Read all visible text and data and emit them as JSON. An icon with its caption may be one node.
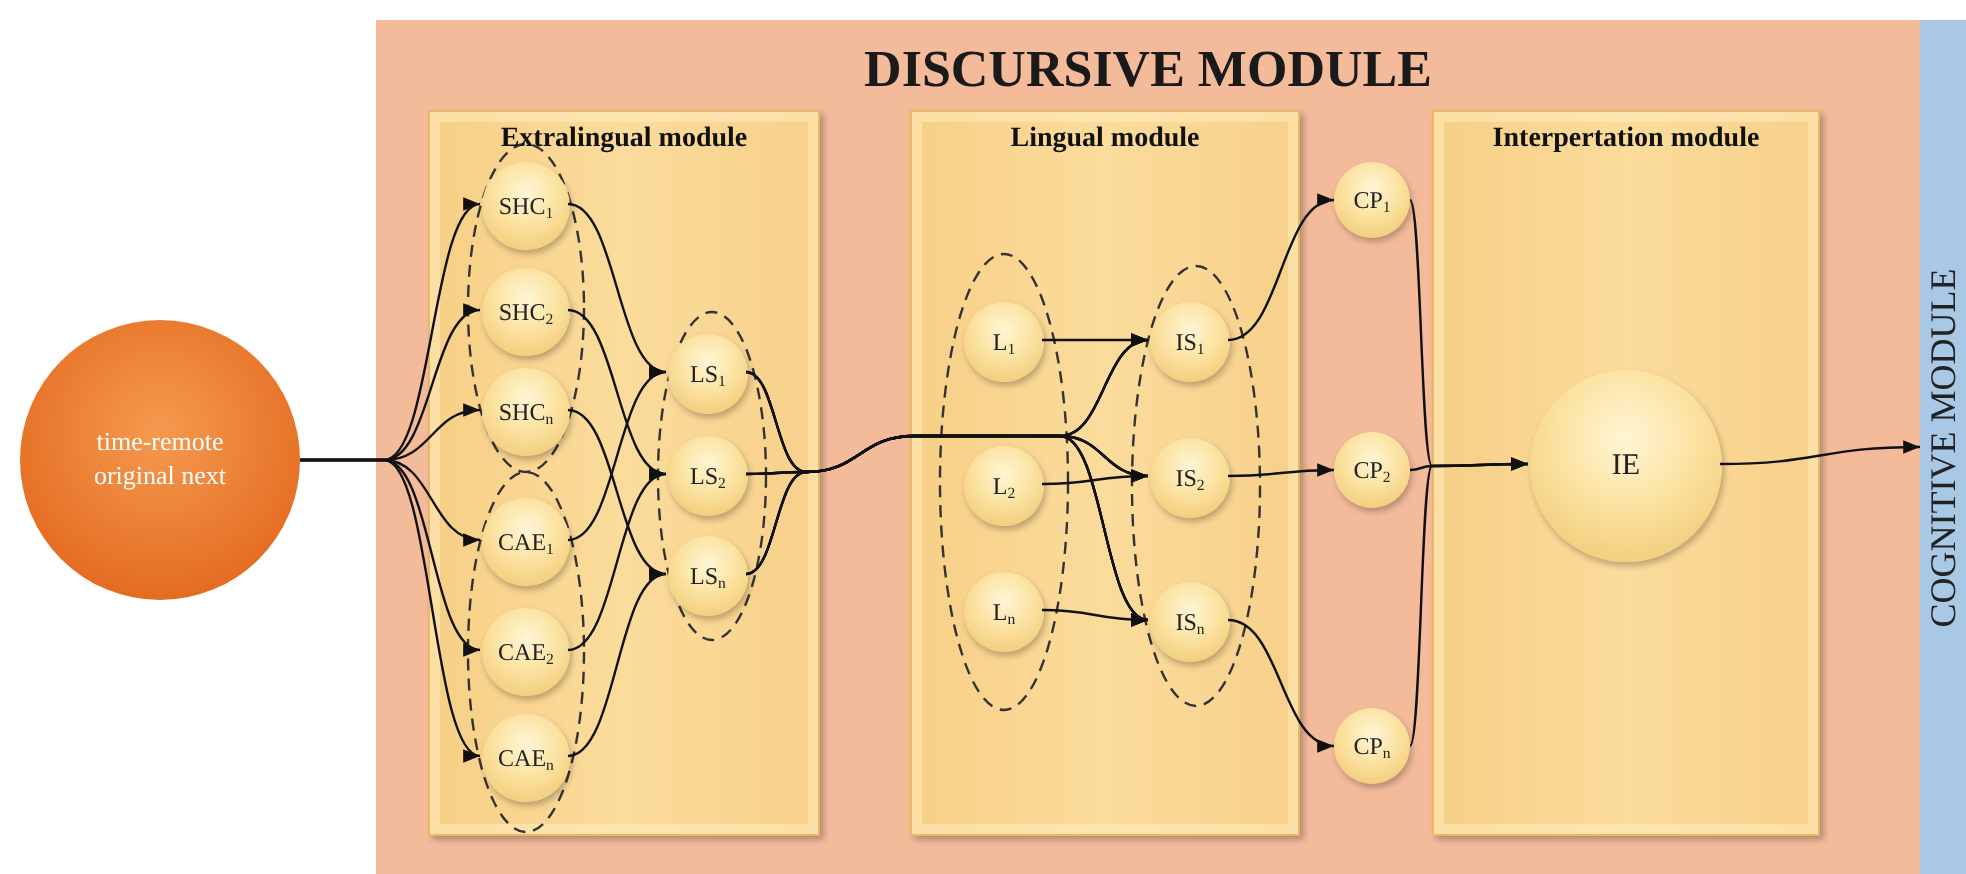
{
  "diagram": {
    "nodes": [
      {
        "text": [
          "DISCURSIVE MODULE"
        ]
      },
      {
        "text": [
          "Extralingual module"
        ],
        "in": 0
      },
      {
        "text": [
          "SHC$_{1}$"
        ],
        "in": 1
      },
      {
        "text": [
          "SHC$_{2}$"
        ],
        "in": 1
      },
      {
        "text": [
          "SHC$_{n}$"
        ],
        "in": 1
      },
      {
        "text": [
          "CAE$_{1}$"
        ],
        "in": 1
      },
      {
        "text": [
          "CAE$_{2}$"
        ],
        "in": 1
      },
      {
        "text": [
          "CAE$_{n}$"
        ],
        "in": 1
      },
      {
        "text": [
          "LS$_{1}$"
        ],
        "in": 1
      },
      {
        "text": [
          "LS$_{2}$"
        ],
        "in": 1
      },
      {
        "text": [
          "LS$_{n}$"
        ],
        "in": 1
      },
      {
        "text": [
          "Lingual module"
        ],
        "in": 0
      },
      {
        "text": [
          "L$_{1}$"
        ],
        "in": 11
      },
      {
        "text": [
          "L$_{2}$"
        ],
        "in": 11
      },
      {
        "text": [
          "L$_{n}$"
        ],
        "in": 11
      },
      {
        "text": [
          "IS$_{1}$"
        ],
        "in": 11
      },
      {
        "text": [
          "IS$_{2}$"
        ],
        "in": 11
      },
      {
        "text": [
          "IS$_{n}$"
        ],
        "in": 11
      },
      {
        "text": [
          "CP$_{1}$"
        ],
        "in": 0
      },
      {
        "text": [
          "CP$_{2}$"
        ],
        "in": 0
      },
      {
        "text": [
          "CP$_{n}$"
        ],
        "in": 0
      },
      {
        "text": [
          "Interpertation module"
        ],
        "in": 0
      },
      {
        "text": [
          "IE"
        ],
        "in": 21
      },
      {
        "text": [
          "time-remote original next"
        ]
      },
      {
        "text": [
          "COGNITIVE MODULE"
        ]
      }
    ],
    "edges": [
      {
        "from": 23,
        "to": 2,
        "arrow": "to"
      },
      {
        "from": 23,
        "to": 3,
        "arrow": "to"
      },
      {
        "from": 23,
        "to": 4,
        "arrow": "to"
      },
      {
        "from": 23,
        "to": 5,
        "arrow": "to"
      },
      {
        "from": 23,
        "to": 6,
        "arrow": "to"
      },
      {
        "from": 23,
        "to": 7,
        "arrow": "to"
      },
      {
        "from": 2,
        "to": 8,
        "arrow": "to"
      },
      {
        "from": 3,
        "to": 9,
        "arrow": "to"
      },
      {
        "from": 4,
        "to": 10,
        "arrow": "to"
      },
      {
        "from": 5,
        "to": 8,
        "arrow": "to"
      },
      {
        "from": 6,
        "to": 9,
        "arrow": "to"
      },
      {
        "from": 7,
        "to": 10,
        "arrow": "to"
      },
      {
        "from": 8,
        "to": 15,
        "arrow": "to"
      },
      {
        "from": 8,
        "to": 16,
        "arrow": "to"
      },
      {
        "from": 8,
        "to": 17,
        "arrow": "to"
      },
      {
        "from": 9,
        "to": 15,
        "arrow": "to"
      },
      {
        "from": 9,
        "to": 16,
        "arrow": "to"
      },
      {
        "from": 9,
        "to": 17,
        "arrow": "to"
      },
      {
        "from": 10,
        "to": 15,
        "arrow": "to"
      },
      {
        "from": 10,
        "to": 16,
        "arrow": "to"
      },
      {
        "from": 10,
        "to": 17,
        "arrow": "to"
      },
      {
        "from": 12,
        "to": 15,
        "arrow": "to"
      },
      {
        "from": 13,
        "to": 16,
        "arrow": "to"
      },
      {
        "from": 14,
        "to": 17,
        "arrow": "to"
      },
      {
        "from": 15,
        "to": 18,
        "arrow": "to"
      },
      {
        "from": 16,
        "to": 19,
        "arrow": "to"
      },
      {
        "from": 17,
        "to": 20,
        "arrow": "to"
      },
      {
        "from": 18,
        "to": 22,
        "arrow": "to"
      },
      {
        "from": 19,
        "to": 22,
        "arrow": "to"
      },
      {
        "from": 20,
        "to": 22,
        "arrow": "to"
      },
      {
        "from": 22,
        "to": 24,
        "arrow": "to"
      }
    ]
  }
}
